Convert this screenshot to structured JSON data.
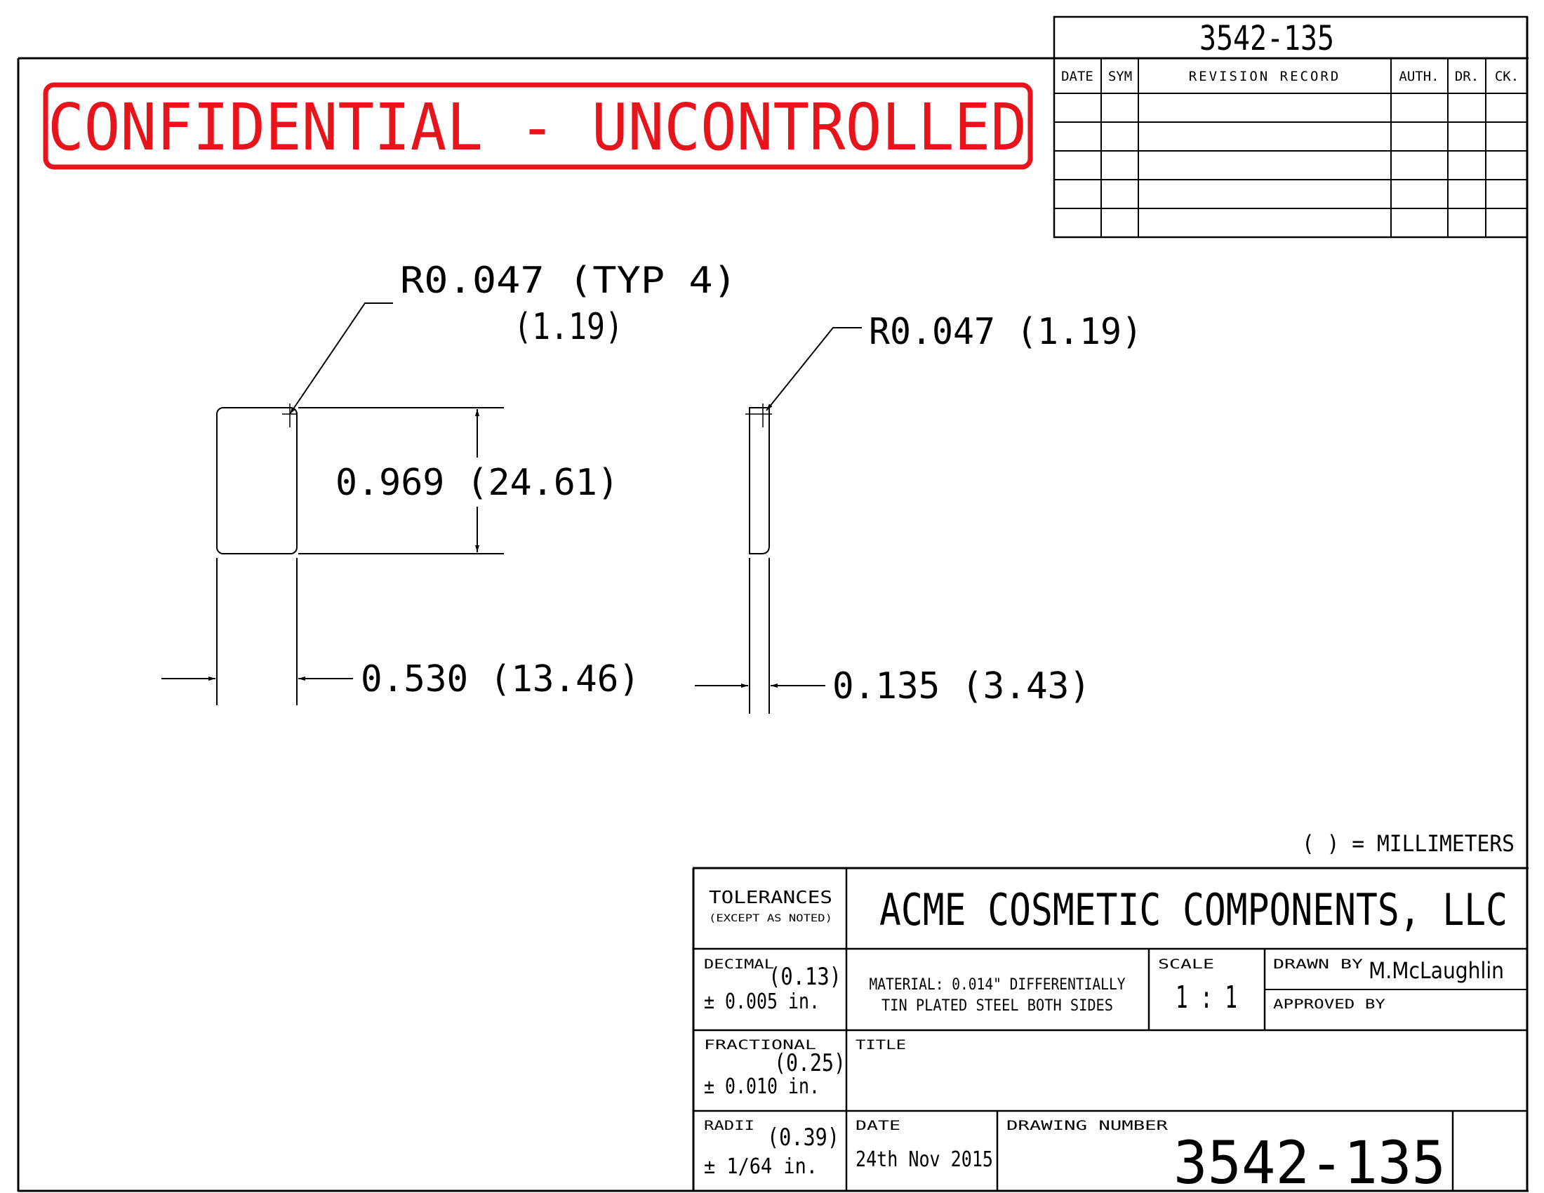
{
  "watermark": {
    "text": "CONFIDENTIAL - UNCONTROLLED",
    "color": "#e8141b"
  },
  "revision_block": {
    "drawing_number": "3542-135",
    "headers": {
      "date": "DATE",
      "sym": "SYM",
      "record": "REVISION RECORD",
      "auth": "AUTH.",
      "dr": "DR.",
      "ck": "CK."
    }
  },
  "dimensions": {
    "radius_typ": "R0.047 (TYP 4)",
    "radius_typ_mm": "(1.19)",
    "radius_side": "R0.047 (1.19)",
    "height": "0.969 (24.61)",
    "width": "0.530 (13.46)",
    "thickness": "0.135 (3.43)"
  },
  "units_note": "( ) = MILLIMETERS",
  "title_block": {
    "tolerances_label": "TOLERANCES",
    "except_noted": "(EXCEPT AS NOTED)",
    "company": "ACME COSMETIC COMPONENTS, LLC",
    "decimal_label": "DECIMAL",
    "decimal_mm": "(0.13)",
    "decimal_value": "± 0.005 in.",
    "material_line1": "MATERIAL: 0.014\" DIFFERENTIALLY",
    "material_line2": "TIN PLATED STEEL BOTH SIDES",
    "scale_label": "SCALE",
    "scale_value": "1 : 1",
    "drawn_by_label": "DRAWN BY",
    "drawn_by": "M.McLaughlin",
    "approved_by_label": "APPROVED BY",
    "fractional_label": "FRACTIONAL",
    "fractional_mm": "(0.25)",
    "fractional_value": "± 0.010 in.",
    "title_label": "TITLE",
    "radii_label": "RADII",
    "radii_mm": "(0.39)",
    "radii_value": "± 1/64 in.",
    "date_label": "DATE",
    "date_value": "24th Nov 2015",
    "drawing_number_label": "DRAWING NUMBER",
    "drawing_number": "3542-135"
  }
}
